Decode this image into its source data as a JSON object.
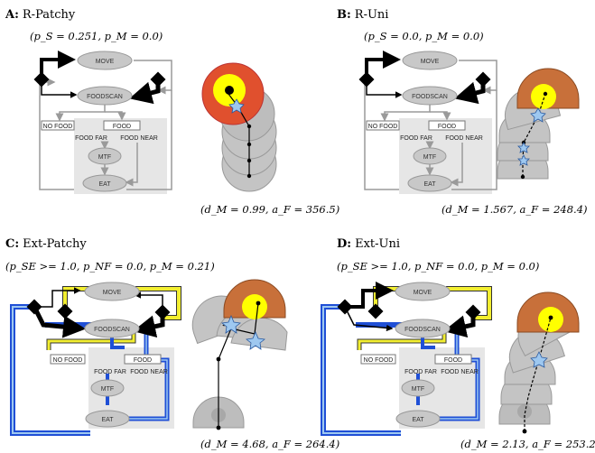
{
  "panels": [
    {
      "letter": "A:",
      "name": "R-Patchy",
      "params": "(p_S = 0.251, p_M = 0.0)",
      "result": "(d_M = 0.99, a_F = 356.5)",
      "nodes": {
        "move": "MOVE",
        "foodscan": "FOODSCAN",
        "nofood": "NO FOOD",
        "food": "FOOD",
        "foodfar": "FOOD FAR",
        "foodnear": "FOOD NEAR",
        "mtf": "MTF",
        "eat": "EAT"
      }
    },
    {
      "letter": "B:",
      "name": "R-Uni",
      "params": "(p_S = 0.0, p_M = 0.0)",
      "result": "(d_M = 1.567, a_F = 248.4)",
      "nodes": {
        "move": "MOVE",
        "foodscan": "FOODSCAN",
        "nofood": "NO FOOD",
        "food": "FOOD",
        "foodfar": "FOOD FAR",
        "foodnear": "FOOD NEAR",
        "mtf": "MTF",
        "eat": "EAT"
      }
    },
    {
      "letter": "C:",
      "name": "Ext-Patchy",
      "params": "(p_SE >= 1.0, p_NF = 0.0, p_M = 0.21)",
      "result": "(d_M = 4.68, a_F = 264.4)",
      "nodes": {
        "move": "MOVE",
        "foodscan": "FOODSCAN",
        "nofood": "NO FOOD",
        "food": "FOOD",
        "foodfar": "FOOD FAR",
        "foodnear": "FOOD NEAR",
        "mtf": "MTF",
        "eat": "EAT"
      }
    },
    {
      "letter": "D:",
      "name": "Ext-Uni",
      "params": "(p_SE >= 1.0, p_NF = 0.0, p_M = 0.0)",
      "result": "(d_M = 2.13, a_F = 253.2)",
      "nodes": {
        "move": "MOVE",
        "foodscan": "FOODSCAN",
        "nofood": "NO FOOD",
        "food": "FOOD",
        "foodfar": "FOOD FAR",
        "foodnear": "FOOD NEAR",
        "mtf": "MTF",
        "eat": "EAT"
      }
    }
  ],
  "colors": {
    "node_fill": "#c8c8c8",
    "panel_shade": "#e6e6e6",
    "edge_gray": "#9a9a9a",
    "edge_black": "#000000",
    "edge_blue": "#1f4fd6",
    "edge_yellow": "#f2ee30",
    "range_red": "#e0502e",
    "range_orange": "#c8703a",
    "patch_yellow": "#ffff00",
    "agent_blue": "#9ec8f0",
    "shell_gray": "#bdbdbd"
  }
}
